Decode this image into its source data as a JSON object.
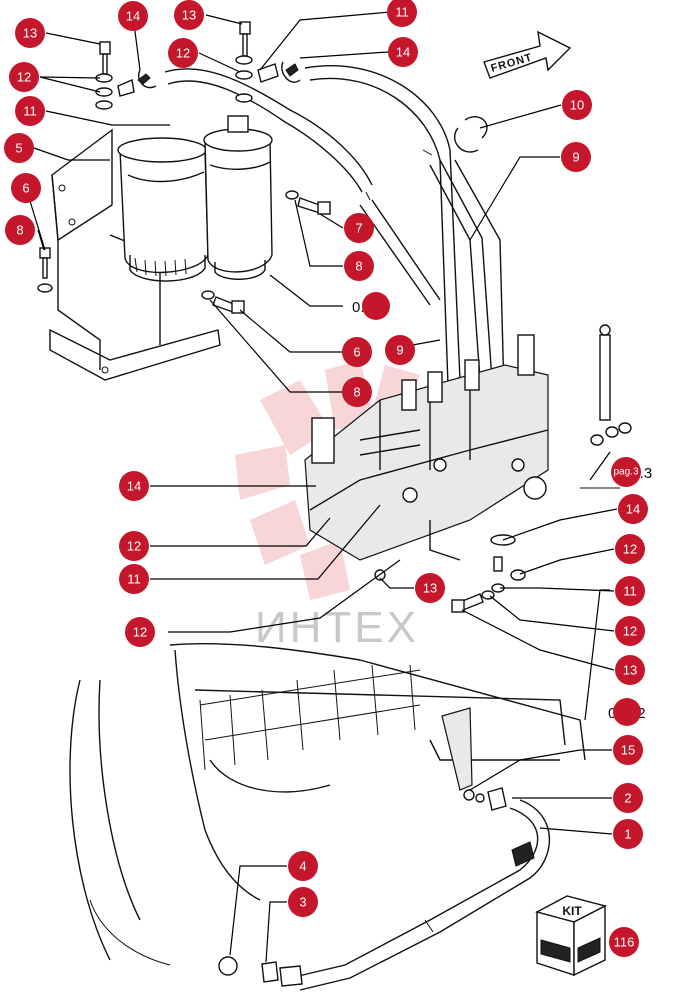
{
  "watermark_text": "ИНТЕХ",
  "front_label": "FRONT",
  "kit_label": "KIT",
  "colors": {
    "badge": "#c4172c",
    "watermark": "#f3b5b9",
    "line": "#111111"
  },
  "callouts": {
    "c13a": "13",
    "c14a": "14",
    "c13b": "13",
    "c11a": "11",
    "c12a": "12",
    "c14b": "14",
    "c12b": "12",
    "c11b": "11",
    "c5": "5",
    "c6a": "6",
    "c8a": "8",
    "c10": "10",
    "c9a": "9",
    "c7": "7",
    "c8b": "8",
    "c6b": "6",
    "c9b": "9",
    "c8c": "8",
    "c14c": "14",
    "c12c": "12",
    "c11c": "11",
    "c12d": "12",
    "c14d": "14",
    "c12e": "12",
    "c11d": "11",
    "c12f": "12",
    "c13c": "13",
    "c13d": "13",
    "c15": "15",
    "c2": "2",
    "c1": "1",
    "c4": "4",
    "c3": "3",
    "c116": "116"
  },
  "page_refs": {
    "r1": "0.200",
    "r2": "pag.3",
    "r2_suffix": "G.3",
    "r3": "0.042"
  }
}
